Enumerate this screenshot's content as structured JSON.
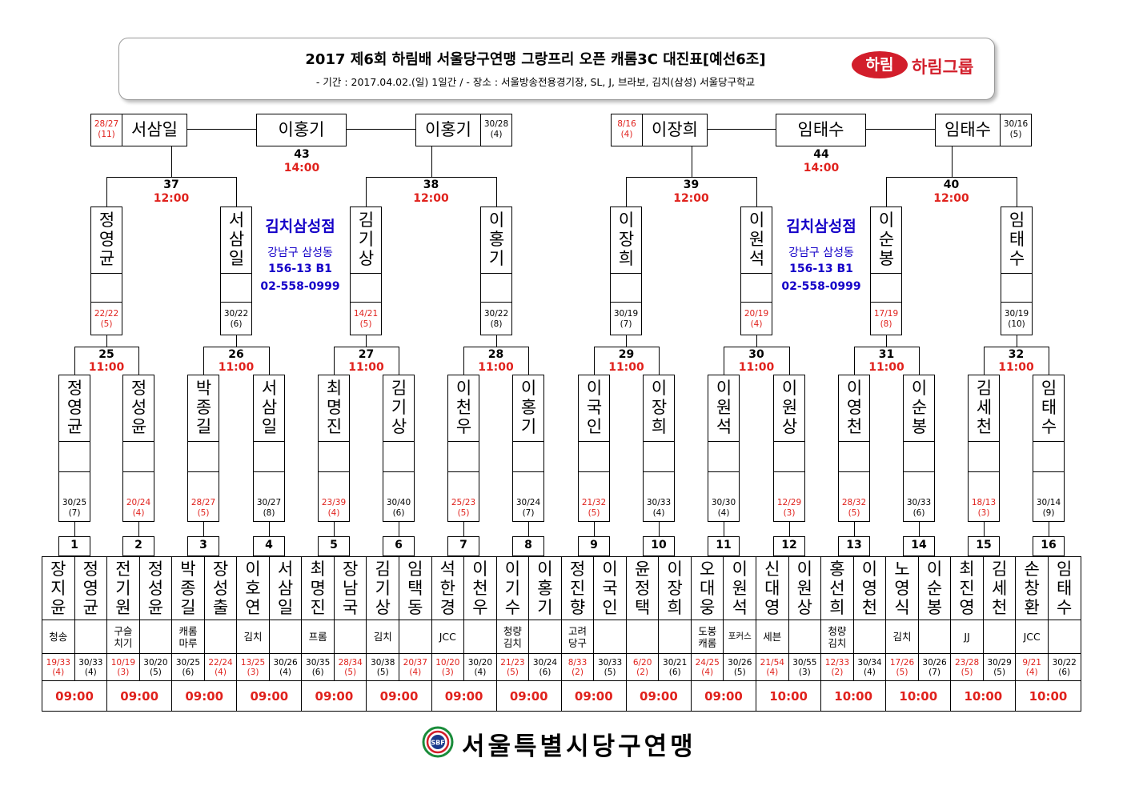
{
  "header": {
    "title": "2017 제6회 하림배 서울당구연맹 그랑프리 오픈 캐롬3C 대진표[예선6조]",
    "subtitle": "- 기간 : 2017.04.02.(일) 1일간 / - 장소 : 서울방송전용경기장, SL, J, 브라보, 김치(삼성) 서울당구학교",
    "logo_badge": "하림",
    "logo_text": "하림그룹"
  },
  "venue": {
    "name": "김치삼성점",
    "addr1": "강남구 삼성동",
    "addr2": "156-13 B1",
    "phone": "02-558-0999"
  },
  "top": {
    "left_winner": {
      "name": "서삼일",
      "s1": "28/27",
      "s2": "(11)"
    },
    "m43_winner": "이홍기",
    "right_winner": {
      "name": "이홍기",
      "s1": "30/28",
      "s2": "(4)"
    },
    "left2_winner": {
      "name": "이장희",
      "s1": "8/16",
      "s2": "(4)"
    },
    "m44_winner": "임태수",
    "right2_winner": {
      "name": "임태수",
      "s1": "30/16",
      "s2": "(5)"
    },
    "m43": {
      "num": "43",
      "time": "14:00"
    },
    "m44": {
      "num": "44",
      "time": "14:00"
    }
  },
  "round3": [
    {
      "num": "37",
      "time": "12:00"
    },
    {
      "num": "38",
      "time": "12:00"
    },
    {
      "num": "39",
      "time": "12:00"
    },
    {
      "num": "40",
      "time": "12:00"
    }
  ],
  "round3_players": [
    {
      "name": "정영균",
      "s1": "22/22",
      "s2": "(5)",
      "red": true
    },
    {
      "name": "서삼일",
      "s1": "30/22",
      "s2": "(6)",
      "red": false
    },
    {
      "name": "김기상",
      "s1": "14/21",
      "s2": "(5)",
      "red": true
    },
    {
      "name": "이홍기",
      "s1": "30/22",
      "s2": "(8)",
      "red": false
    },
    {
      "name": "이장희",
      "s1": "30/19",
      "s2": "(7)",
      "red": false
    },
    {
      "name": "이원석",
      "s1": "20/19",
      "s2": "(4)",
      "red": true
    },
    {
      "name": "이순봉",
      "s1": "17/19",
      "s2": "(8)",
      "red": true
    },
    {
      "name": "임태수",
      "s1": "30/19",
      "s2": "(10)",
      "red": false
    }
  ],
  "round2": [
    {
      "num": "25",
      "time": "11:00"
    },
    {
      "num": "26",
      "time": "11:00"
    },
    {
      "num": "27",
      "time": "11:00"
    },
    {
      "num": "28",
      "time": "11:00"
    },
    {
      "num": "29",
      "time": "11:00"
    },
    {
      "num": "30",
      "time": "11:00"
    },
    {
      "num": "31",
      "time": "11:00"
    },
    {
      "num": "32",
      "time": "11:00"
    }
  ],
  "round2_players": [
    {
      "name": "정영균",
      "s1": "30/25",
      "s2": "(7)",
      "red": false
    },
    {
      "name": "정성윤",
      "s1": "20/24",
      "s2": "(4)",
      "red": true
    },
    {
      "name": "박종길",
      "s1": "28/27",
      "s2": "(5)",
      "red": true
    },
    {
      "name": "서삼일",
      "s1": "30/27",
      "s2": "(8)",
      "red": false
    },
    {
      "name": "최명진",
      "s1": "23/39",
      "s2": "(4)",
      "red": true
    },
    {
      "name": "김기상",
      "s1": "30/40",
      "s2": "(6)",
      "red": false
    },
    {
      "name": "이천우",
      "s1": "25/23",
      "s2": "(5)",
      "red": true
    },
    {
      "name": "이홍기",
      "s1": "30/24",
      "s2": "(7)",
      "red": false
    },
    {
      "name": "이국인",
      "s1": "21/32",
      "s2": "(5)",
      "red": true
    },
    {
      "name": "이장희",
      "s1": "30/33",
      "s2": "(4)",
      "red": false
    },
    {
      "name": "이원석",
      "s1": "30/30",
      "s2": "(4)",
      "red": false
    },
    {
      "name": "이원상",
      "s1": "12/29",
      "s2": "(3)",
      "red": true
    },
    {
      "name": "이영천",
      "s1": "28/32",
      "s2": "(5)",
      "red": true
    },
    {
      "name": "이순봉",
      "s1": "30/33",
      "s2": "(6)",
      "red": false
    },
    {
      "name": "김세천",
      "s1": "18/13",
      "s2": "(3)",
      "red": true
    },
    {
      "name": "임태수",
      "s1": "30/14",
      "s2": "(9)",
      "red": false
    }
  ],
  "round1": [
    {
      "num": "1",
      "time": "09:00",
      "p": [
        {
          "name": "장지윤",
          "club": "청송",
          "s1": "19/33",
          "s2": "(4)",
          "red": true
        },
        {
          "name": "정영균",
          "club": "",
          "s1": "30/33",
          "s2": "(4)",
          "red": false
        }
      ]
    },
    {
      "num": "2",
      "time": "09:00",
      "p": [
        {
          "name": "전기원",
          "club": "구슬치기",
          "s1": "10/19",
          "s2": "(3)",
          "red": true
        },
        {
          "name": "정성윤",
          "club": "",
          "s1": "30/20",
          "s2": "(5)",
          "red": false
        }
      ]
    },
    {
      "num": "3",
      "time": "09:00",
      "p": [
        {
          "name": "박종길",
          "club": "캐롬마루",
          "s1": "30/25",
          "s2": "(6)",
          "red": false
        },
        {
          "name": "장성출",
          "club": "",
          "s1": "22/24",
          "s2": "(4)",
          "red": true
        }
      ]
    },
    {
      "num": "4",
      "time": "09:00",
      "p": [
        {
          "name": "이호연",
          "club": "김치",
          "s1": "13/25",
          "s2": "(3)",
          "red": true
        },
        {
          "name": "서삼일",
          "club": "",
          "s1": "30/26",
          "s2": "(4)",
          "red": false
        }
      ]
    },
    {
      "num": "5",
      "time": "09:00",
      "p": [
        {
          "name": "최명진",
          "club": "프롬",
          "s1": "30/35",
          "s2": "(6)",
          "red": false
        },
        {
          "name": "장남국",
          "club": "",
          "s1": "28/34",
          "s2": "(5)",
          "red": true
        }
      ]
    },
    {
      "num": "6",
      "time": "09:00",
      "p": [
        {
          "name": "김기상",
          "club": "김치",
          "s1": "30/38",
          "s2": "(5)",
          "red": false
        },
        {
          "name": "임택동",
          "club": "",
          "s1": "20/37",
          "s2": "(4)",
          "red": true
        }
      ]
    },
    {
      "num": "7",
      "time": "09:00",
      "p": [
        {
          "name": "석한경",
          "club": "JCC",
          "s1": "10/20",
          "s2": "(3)",
          "red": true
        },
        {
          "name": "이천우",
          "club": "",
          "s1": "30/20",
          "s2": "(4)",
          "red": false
        }
      ]
    },
    {
      "num": "8",
      "time": "09:00",
      "p": [
        {
          "name": "이기수",
          "club": "청량김치",
          "s1": "21/23",
          "s2": "(5)",
          "red": true
        },
        {
          "name": "이홍기",
          "club": "",
          "s1": "30/24",
          "s2": "(6)",
          "red": false
        }
      ]
    },
    {
      "num": "9",
      "time": "09:00",
      "p": [
        {
          "name": "정진향",
          "club": "고려당구",
          "s1": "8/33",
          "s2": "(2)",
          "red": true
        },
        {
          "name": "이국인",
          "club": "",
          "s1": "30/33",
          "s2": "(5)",
          "red": false
        }
      ]
    },
    {
      "num": "10",
      "time": "09:00",
      "p": [
        {
          "name": "윤정택",
          "club": "",
          "s1": "6/20",
          "s2": "(2)",
          "red": true
        },
        {
          "name": "이장희",
          "club": "",
          "s1": "30/21",
          "s2": "(6)",
          "red": false
        }
      ]
    },
    {
      "num": "11",
      "time": "09:00",
      "p": [
        {
          "name": "오대웅",
          "club": "도봉캐롬",
          "s1": "24/25",
          "s2": "(4)",
          "red": true
        },
        {
          "name": "이원석",
          "club": "포커스",
          "s1": "30/26",
          "s2": "(5)",
          "red": false
        }
      ]
    },
    {
      "num": "12",
      "time": "10:00",
      "p": [
        {
          "name": "신대영",
          "club": "세븐",
          "s1": "21/54",
          "s2": "(4)",
          "red": true
        },
        {
          "name": "이원상",
          "club": "",
          "s1": "30/55",
          "s2": "(3)",
          "red": false
        }
      ]
    },
    {
      "num": "13",
      "time": "10:00",
      "p": [
        {
          "name": "홍선희",
          "club": "청량김치",
          "s1": "12/33",
          "s2": "(2)",
          "red": true
        },
        {
          "name": "이영천",
          "club": "",
          "s1": "30/34",
          "s2": "(4)",
          "red": false
        }
      ]
    },
    {
      "num": "14",
      "time": "10:00",
      "p": [
        {
          "name": "노영식",
          "club": "김치",
          "s1": "17/26",
          "s2": "(5)",
          "red": true
        },
        {
          "name": "이순봉",
          "club": "",
          "s1": "30/26",
          "s2": "(7)",
          "red": false
        }
      ]
    },
    {
      "num": "15",
      "time": "10:00",
      "p": [
        {
          "name": "최진영",
          "club": "JJ",
          "s1": "23/28",
          "s2": "(5)",
          "red": true
        },
        {
          "name": "김세천",
          "club": "",
          "s1": "30/29",
          "s2": "(5)",
          "red": false
        }
      ]
    },
    {
      "num": "16",
      "time": "10:00",
      "p": [
        {
          "name": "손창환",
          "club": "JCC",
          "s1": "9/21",
          "s2": "(4)",
          "red": true
        },
        {
          "name": "임태수",
          "club": "",
          "s1": "30/22",
          "s2": "(6)",
          "red": false
        }
      ]
    }
  ],
  "footer": {
    "text": "서울특별시당구연맹",
    "emblem": "SBF"
  },
  "colors": {
    "red": "#e0211c",
    "blue": "#1400c8",
    "brand": "#d21e2b"
  }
}
